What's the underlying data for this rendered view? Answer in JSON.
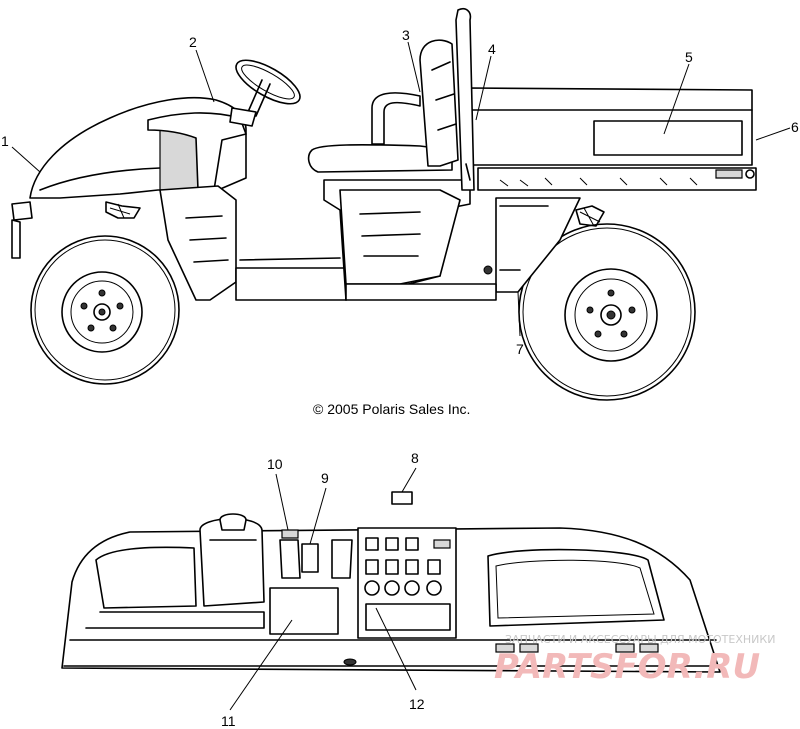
{
  "callouts": [
    {
      "label": "1"
    },
    {
      "label": "2"
    },
    {
      "label": "3"
    },
    {
      "label": "4"
    },
    {
      "label": "5"
    },
    {
      "label": "6"
    },
    {
      "label": "7"
    },
    {
      "label": "8"
    },
    {
      "label": "9"
    },
    {
      "label": "10"
    },
    {
      "label": "11"
    },
    {
      "label": "12"
    }
  ],
  "copyright": "© 2005 Polaris Sales Inc.",
  "watermark": {
    "tagline": "ЗАПЧАСТИ И АКСЕССУАРЫ ДЛЯ МОТОТЕХНИКИ",
    "brand": "PARTSFOR.RU"
  }
}
